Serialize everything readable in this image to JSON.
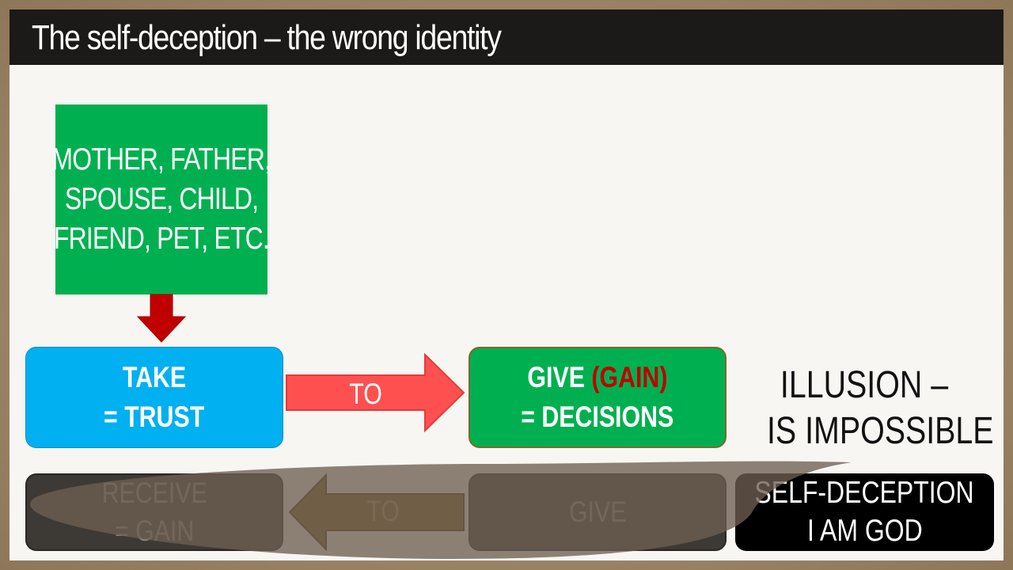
{
  "title": "The self-deception – the wrong identity",
  "boxes": {
    "family": {
      "lines": [
        "MOTHER, FATHER,",
        "SPOUSE, CHILD,",
        "FRIEND, PET, ETC."
      ]
    },
    "take": {
      "lines": [
        "TAKE",
        "= TRUST"
      ]
    },
    "give_gain": {
      "prefix": "GIVE ",
      "highlight": "(GAIN)",
      "line2": "= DECISIONS"
    },
    "receive": {
      "lines": [
        "RECEIVE",
        "= GAIN"
      ]
    },
    "give": {
      "label": "GIVE"
    },
    "self_deception": {
      "lines": [
        "SELF-DECEPTION",
        "I AM GOD"
      ]
    }
  },
  "arrows": {
    "top_label": "TO",
    "bottom_label": "TO"
  },
  "illusion": {
    "lines": [
      "ILLUSION –",
      "IS IMPOSSIBLE"
    ]
  },
  "colors": {
    "green": "#00b050",
    "blue": "#00b0f0",
    "red_arrow": "#ff5050",
    "dark_red_arrow": "#c00000",
    "gain_text": "#c00000",
    "title_bar": "#1b1a18"
  }
}
